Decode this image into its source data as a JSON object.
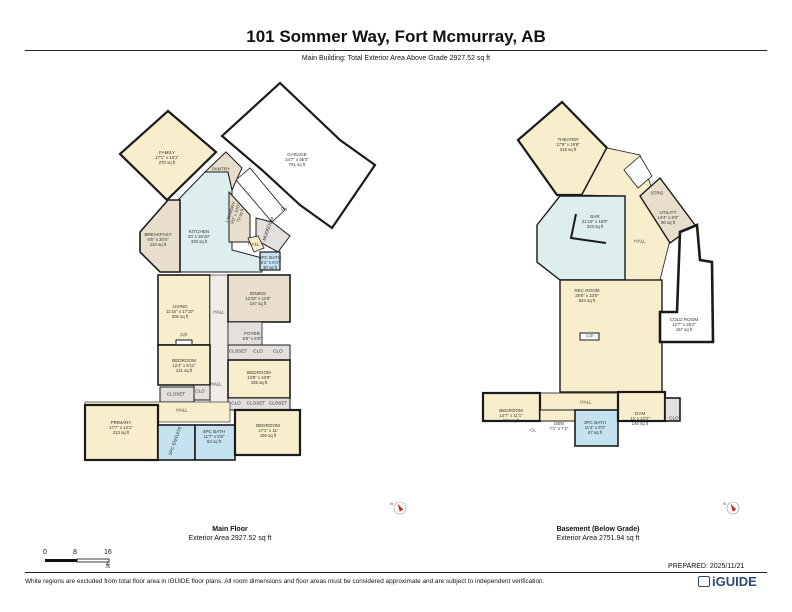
{
  "header": {
    "title": "101 Sommer Way, Fort Mcmurray, AB",
    "subtitle": "Main Building: Total Exterior Area Above Grade 2927.52 sq ft"
  },
  "colors": {
    "living": "#f8eecb",
    "service": "#e9ddcc",
    "bath": "#c5e2f1",
    "kitchen": "#dcefee",
    "closet": "#e2dfdc",
    "wall": "#1a1a1a"
  },
  "main_floor": {
    "caption_title": "Main Floor",
    "caption_area": "Exterior Area 2927.52 sq ft",
    "rooms": [
      {
        "name": "FAMILY",
        "dims": "17'1\" x 16'1\"",
        "area": "270 sq ft"
      },
      {
        "name": "GARAGE",
        "dims": "24'7\" x 35'0\"",
        "area": "761 sq ft"
      },
      {
        "name": "PANTRY",
        "dims": "",
        "area": ""
      },
      {
        "name": "KITCHEN",
        "dims": "20' x 26'10\"",
        "area": "328 sq ft"
      },
      {
        "name": "BREAKFAST",
        "dims": "9'5\" x 20'4\"",
        "area": "134 sq ft"
      },
      {
        "name": "LAUNDRY",
        "dims": "9'0\" x 10'0\"",
        "area": "79 sq ft"
      },
      {
        "name": "MUDROOM",
        "dims": "",
        "area": ""
      },
      {
        "name": "HALL",
        "dims": "",
        "area": ""
      },
      {
        "name": "2PC BATH",
        "dims": "5'1\" x 6'4\"",
        "area": "30 sq ft"
      },
      {
        "name": "DN",
        "dims": "",
        "area": ""
      },
      {
        "name": "DINING",
        "dims": "12'10\" x 11'8\"",
        "area": "147 sq ft"
      },
      {
        "name": "LIVING",
        "dims": "11'10\" x 17'10\"",
        "area": "200 sq ft"
      },
      {
        "name": "HALL",
        "dims": "",
        "area": ""
      },
      {
        "name": "F/P",
        "dims": "",
        "area": ""
      },
      {
        "name": "FOYER",
        "dims": "6'8\" x 6'8\"",
        "area": ""
      },
      {
        "name": "CLOSET",
        "dims": "",
        "area": ""
      },
      {
        "name": "CLO",
        "dims": "",
        "area": ""
      },
      {
        "name": "CLO",
        "dims": "",
        "area": ""
      },
      {
        "name": "BEDROOM",
        "dims": "12'4\" x 9'11\"",
        "area": "121 sq ft"
      },
      {
        "name": "BEDROOM",
        "dims": "13'8\" x 10'8\"",
        "area": "155 sq ft"
      },
      {
        "name": "HALL",
        "dims": "",
        "area": ""
      },
      {
        "name": "CLOSET",
        "dims": "",
        "area": ""
      },
      {
        "name": "CLO",
        "dims": "",
        "area": ""
      },
      {
        "name": "HALL",
        "dims": "",
        "area": ""
      },
      {
        "name": "CLO",
        "dims": "",
        "area": ""
      },
      {
        "name": "CLOSET",
        "dims": "",
        "area": ""
      },
      {
        "name": "CLOSET",
        "dims": "",
        "area": ""
      },
      {
        "name": "PRIMARY",
        "dims": "17'7\" x 12'1\"",
        "area": "213 sq ft"
      },
      {
        "name": "5PC ENSUITE",
        "dims": "",
        "area": ""
      },
      {
        "name": "4PC BATH",
        "dims": "11'7\" x 5'5\"",
        "area": "63 sq ft"
      },
      {
        "name": "BEDROOM",
        "dims": "17'1\" x 11'",
        "area": "190 sq ft"
      }
    ]
  },
  "basement": {
    "caption_title": "Basement (Below Grade)",
    "caption_area": "Exterior Area 2751.94 sq ft",
    "rooms": [
      {
        "name": "THEATER",
        "dims": "17'9\" x 19'8\"",
        "area": "318 sq ft"
      },
      {
        "name": "STRG",
        "dims": "",
        "area": ""
      },
      {
        "name": "UTILITY",
        "dims": "14'4\" x 8'3\"",
        "area": "90 sq ft"
      },
      {
        "name": "BAR",
        "dims": "21'10\" x 16'0\"",
        "area": "223 sq ft"
      },
      {
        "name": "HALL",
        "dims": "",
        "area": ""
      },
      {
        "name": "REC ROOM",
        "dims": "28'8\" x 33'0\"",
        "area": "524 sq ft"
      },
      {
        "name": "COLD ROOM",
        "dims": "12'7\" x 26'2\"",
        "area": "197 sq ft"
      },
      {
        "name": "F/P",
        "dims": "",
        "area": ""
      },
      {
        "name": "HALL",
        "dims": "",
        "area": ""
      },
      {
        "name": "BEDROOM",
        "dims": "14'7\" x 11'1\"",
        "area": "156 sq ft"
      },
      {
        "name": "DEN",
        "dims": "7'1\" x 7'2\"",
        "area": ""
      },
      {
        "name": "CL",
        "dims": "",
        "area": ""
      },
      {
        "name": "3PC BATH",
        "dims": "11'4\" x 8'3\"",
        "area": "87 sq ft"
      },
      {
        "name": "GYM",
        "dims": "12' x 12'2\"",
        "area": "146 sq ft"
      },
      {
        "name": "CLO",
        "dims": "",
        "area": ""
      }
    ]
  },
  "scale": {
    "ticks": [
      "0",
      "8",
      "16"
    ],
    "unit": "ft"
  },
  "prepared": "PREPARED: 2025/11/21",
  "footer": "White regions are excluded from total floor area in iGUIDE floor plans. All room dimensions and floor areas must be considered approximate and are subject to independent verification.",
  "logo": "iGUIDE",
  "icons": [
    "compass-icon",
    "compass-icon",
    "iguide-logo"
  ]
}
